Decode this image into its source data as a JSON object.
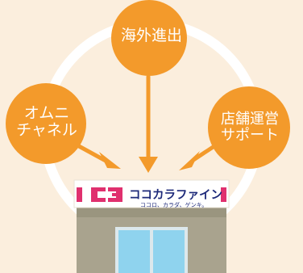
{
  "bubbles": {
    "center": {
      "label": "海外進出"
    },
    "left": {
      "line1": "オムニ",
      "line2": "チャネル"
    },
    "right": {
      "line1": "店舗運営",
      "line2": "サポート"
    }
  },
  "store": {
    "logo_name": "ココカラファイン",
    "logo_tagline": "ココロ、カラダ、ゲンキ。"
  },
  "colors": {
    "background": "#FBEEDD",
    "accent_orange": "#F39A2B",
    "brand_pink": "#E0306E",
    "brand_navy": "#1E2A7A",
    "building": "#A9A38E",
    "glass": "#8FD3EE"
  },
  "icons": [
    "arrow-down-icon",
    "arrow-down-right-icon",
    "arrow-down-left-icon",
    "brand-logo-icon"
  ]
}
